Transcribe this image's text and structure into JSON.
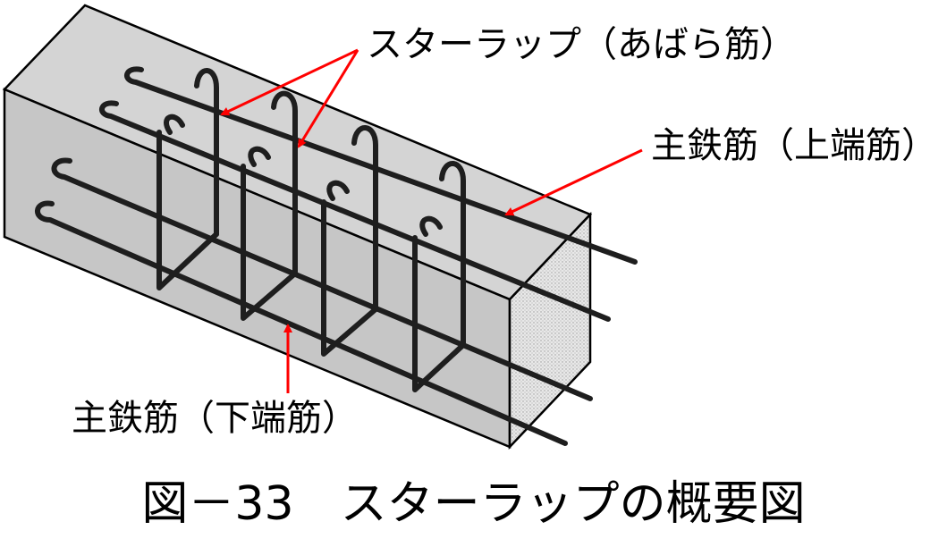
{
  "labels": {
    "stirrup": "スターラップ（あばら筋）",
    "top_bar": "主鉄筋（上端筋）",
    "bottom_bar": "主鉄筋（下端筋）"
  },
  "caption": "図－33　スターラップの概要図",
  "colors": {
    "concrete_side": "#c9c9c9",
    "concrete_top": "#d6d6d6",
    "concrete_end": "#e6e6e6",
    "outline": "#000000",
    "rebar": "#1e1e1e",
    "arrow": "#ff0000"
  }
}
